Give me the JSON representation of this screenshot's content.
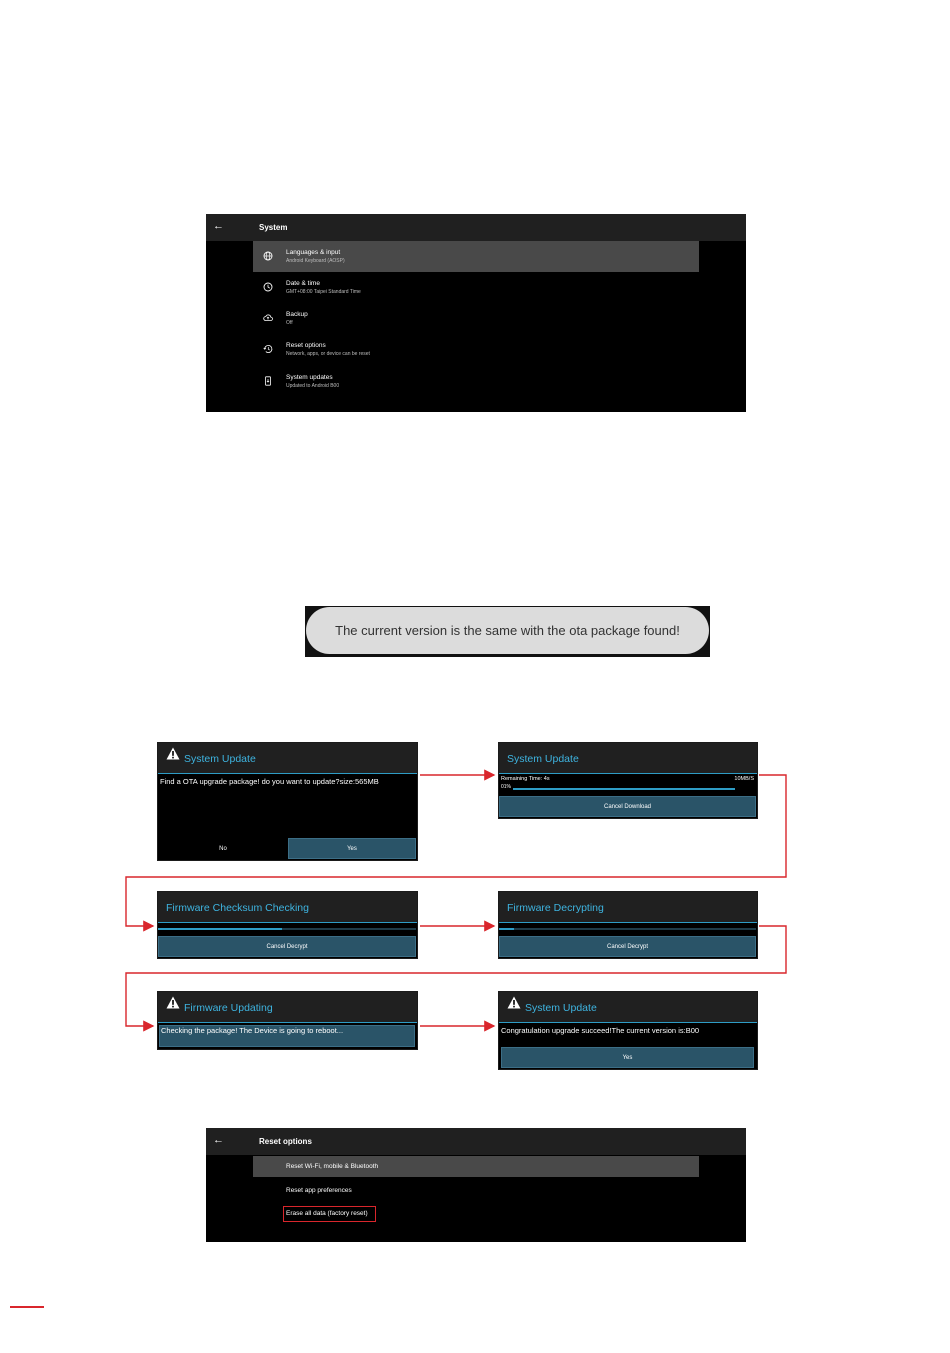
{
  "system_settings": {
    "back_label": "←",
    "title": "System",
    "items": [
      {
        "label": "Languages & input",
        "sub": "Android Keyboard (AOSP)",
        "icon": "globe-icon"
      },
      {
        "label": "Date & time",
        "sub": "GMT+08:00 Taipei Standard Time",
        "icon": "clock-icon"
      },
      {
        "label": "Backup",
        "sub": "Off",
        "icon": "cloud-upload-icon"
      },
      {
        "label": "Reset options",
        "sub": "Network, apps, or device can be reset",
        "icon": "history-icon"
      },
      {
        "label": "System updates",
        "sub": "Updated to Android B00",
        "icon": "phone-update-icon"
      }
    ]
  },
  "toast": {
    "text": "The current version is the same with the ota package found!"
  },
  "dialogs": {
    "ota_found": {
      "title": "System Update",
      "message": "Find a OTA upgrade package! do you want to update?size:565MB",
      "no_label": "No",
      "yes_label": "Yes"
    },
    "download": {
      "title": "System Update",
      "remaining": "Remaining Time: 4s",
      "speed": "10MB/S",
      "percent": "01%",
      "progress": 0.01,
      "cancel_label": "Cancel Download"
    },
    "checksum": {
      "title": "Firmware Checksum Checking",
      "progress": 0.48,
      "cancel_label": "Cancel Decrypt"
    },
    "decrypting": {
      "title": "Firmware Decrypting",
      "progress": 0.06,
      "cancel_label": "Cancel Decrypt"
    },
    "updating": {
      "title": "Firmware Updating",
      "message": "Checking the package! The Device is going to reboot..."
    },
    "success": {
      "title": "System Update",
      "message": "Congratulation upgrade succeed!The current version is:B00",
      "yes_label": "Yes"
    }
  },
  "reset_settings": {
    "back_label": "←",
    "title": "Reset options",
    "items": [
      {
        "label": "Reset Wi-Fi, mobile & Bluetooth"
      },
      {
        "label": "Reset app preferences"
      },
      {
        "label": "Erase all data (factory reset)"
      }
    ]
  },
  "colors": {
    "accent": "#3eb4e0",
    "annotation_red": "#d9262c",
    "dialog_button": "#2a5468"
  }
}
